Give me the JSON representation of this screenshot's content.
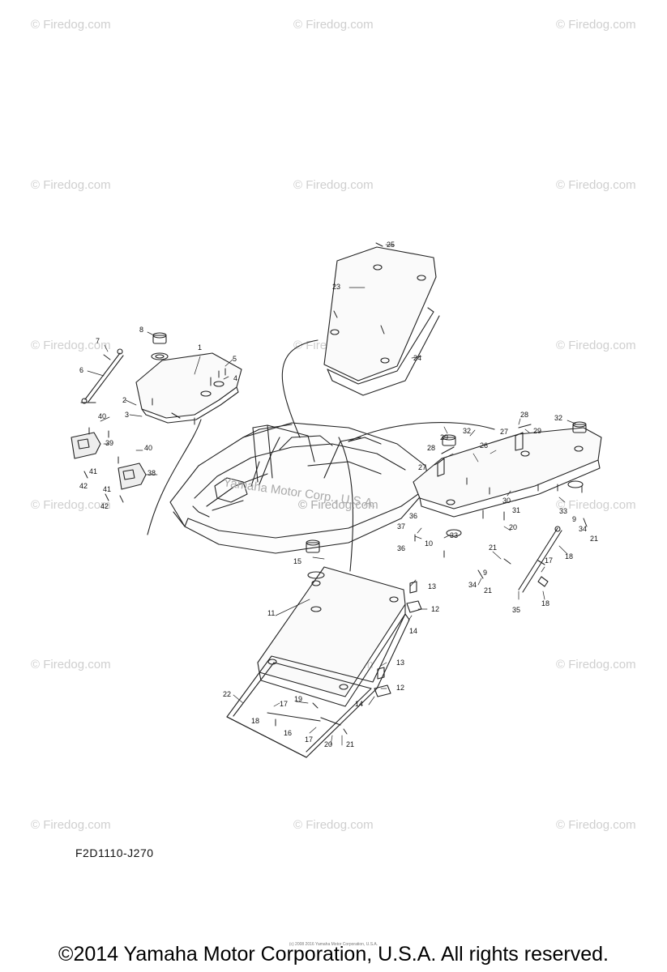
{
  "watermark_text": "© Firedog.com",
  "center_watermark": "© Firedog.com",
  "hull_watermark": "Yamaha Motor Corp., U.S.A.",
  "diagram_code": "F2D1110-J270",
  "small_copyright": "(c) 2008 2016 Yamaha Motor Corporation, U.S.A.",
  "copyright": "©2014 Yamaha Motor Corporation, U.S.A. All rights reserved.",
  "labels": [
    "1",
    "2",
    "3",
    "4",
    "5",
    "6",
    "7",
    "8",
    "9",
    "10",
    "11",
    "12",
    "13",
    "14",
    "15",
    "16",
    "17",
    "18",
    "19",
    "20",
    "21",
    "22",
    "23",
    "24",
    "25",
    "26",
    "27",
    "28",
    "29",
    "30",
    "31",
    "32",
    "33",
    "34",
    "35",
    "36",
    "37",
    "38",
    "39",
    "40",
    "41",
    "42"
  ]
}
